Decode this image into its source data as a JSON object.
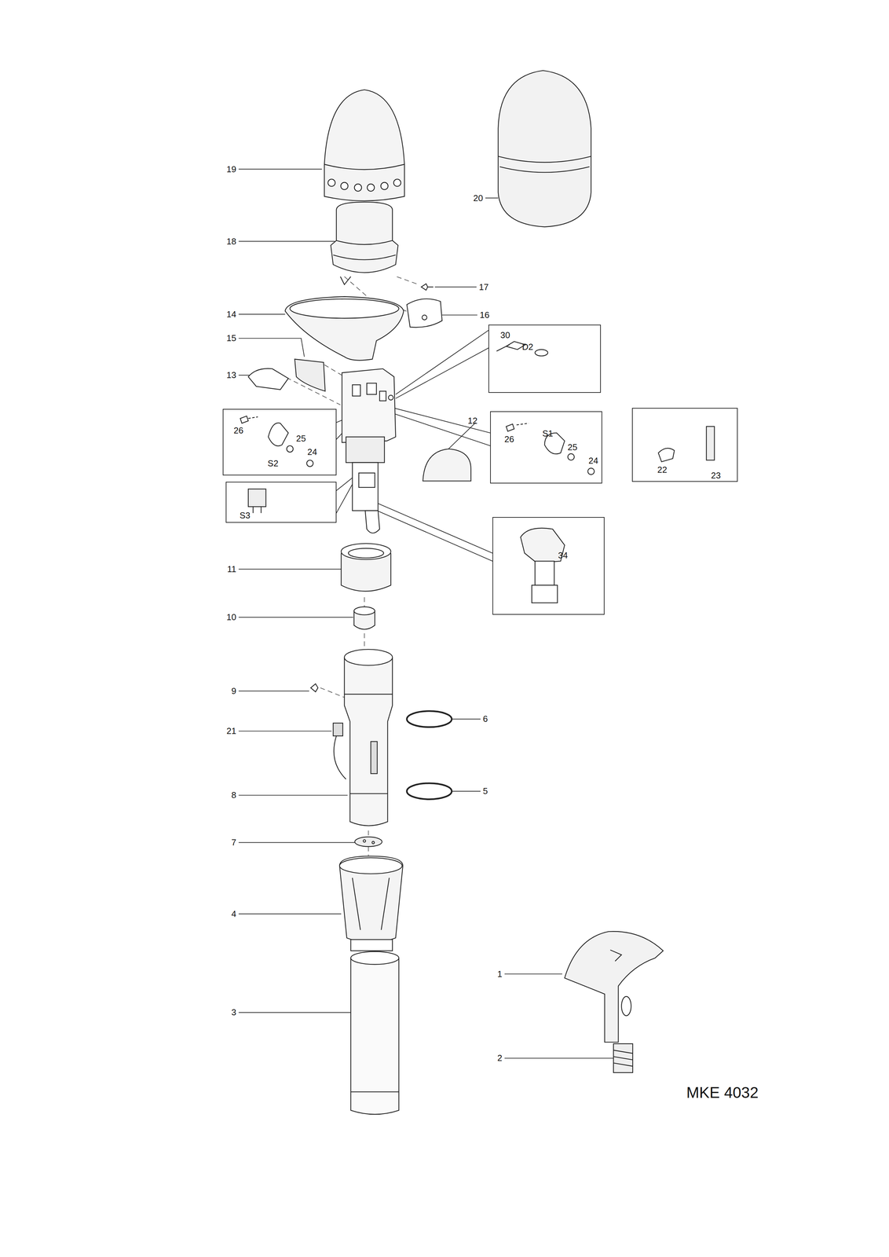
{
  "diagram": {
    "nodes": [
      {
        "text": [
          "30",
          "D2"
        ]
      },
      {
        "text": [
          "26",
          "25",
          "24",
          "S2"
        ]
      },
      {
        "text": [
          "26",
          "S1",
          "25",
          "24"
        ]
      },
      {
        "text": [
          "22",
          "23"
        ]
      },
      {
        "text": [
          "S3"
        ]
      },
      {
        "text": [
          "34"
        ]
      }
    ],
    "labels": [
      "19",
      "20",
      "18",
      "17",
      "14",
      "16",
      "15",
      "13",
      "12",
      "11",
      "10",
      "9",
      "21",
      "6",
      "8",
      "5",
      "7",
      "4",
      "1",
      "3",
      "2",
      "MKE 4032"
    ]
  }
}
